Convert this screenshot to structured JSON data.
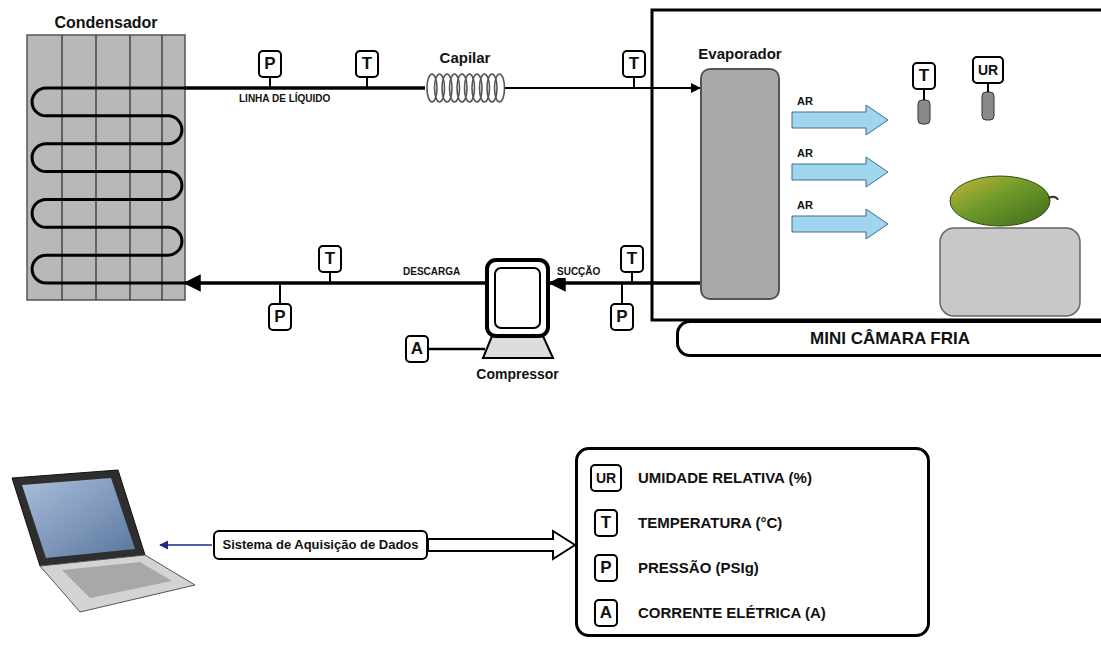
{
  "diagram": {
    "nodes": [
      {
        "text": [
          "Condensador"
        ]
      },
      {
        "text": [
          "P"
        ]
      },
      {
        "text": [
          "T"
        ]
      },
      {
        "text": [
          "Capilar"
        ]
      },
      {
        "text": [
          "T"
        ]
      },
      {
        "text": [
          "Evaporador"
        ]
      },
      {
        "text": [
          "T"
        ]
      },
      {
        "text": [
          "UR"
        ]
      },
      {
        "text": [
          "T"
        ]
      },
      {
        "text": [
          "T"
        ]
      },
      {
        "text": [
          "P"
        ]
      },
      {
        "text": [
          "P"
        ]
      },
      {
        "text": [
          "A"
        ]
      },
      {
        "text": [
          "Compressor"
        ]
      },
      {
        "text": [
          "MINI CÂMARA FRIA"
        ]
      },
      {
        "text": [
          "Sistema de Aquisição de Dados"
        ]
      },
      {
        "text": [
          "UMIDADE RELATIVA (%)",
          "TEMPERATURA (°C)",
          "PRESSÃO (PSIg)",
          "CORRENTE ELÉTRICA (A)"
        ]
      },
      {
        "text": [
          "UR"
        ],
        "in": 16
      },
      {
        "text": [
          "T"
        ],
        "in": 16
      },
      {
        "text": [
          "P"
        ],
        "in": 16
      },
      {
        "text": [
          "A"
        ],
        "in": 16
      }
    ],
    "edges": [
      {
        "from": 0,
        "to": 3,
        "arrow": "none",
        "label": "LINHA DE LÍQUIDO"
      },
      {
        "from": 3,
        "to": 5,
        "arrow": "to"
      },
      {
        "from": 5,
        "to": 13,
        "arrow": "to",
        "label": "SUCÇÃO"
      },
      {
        "from": 13,
        "to": 0,
        "arrow": "to",
        "label": "DESCARGA"
      },
      {
        "from": 12,
        "to": 13,
        "arrow": "none"
      },
      {
        "from": 15,
        "to": 16,
        "arrow": "to"
      }
    ],
    "labels": [
      "AR",
      "AR",
      "AR"
    ]
  }
}
